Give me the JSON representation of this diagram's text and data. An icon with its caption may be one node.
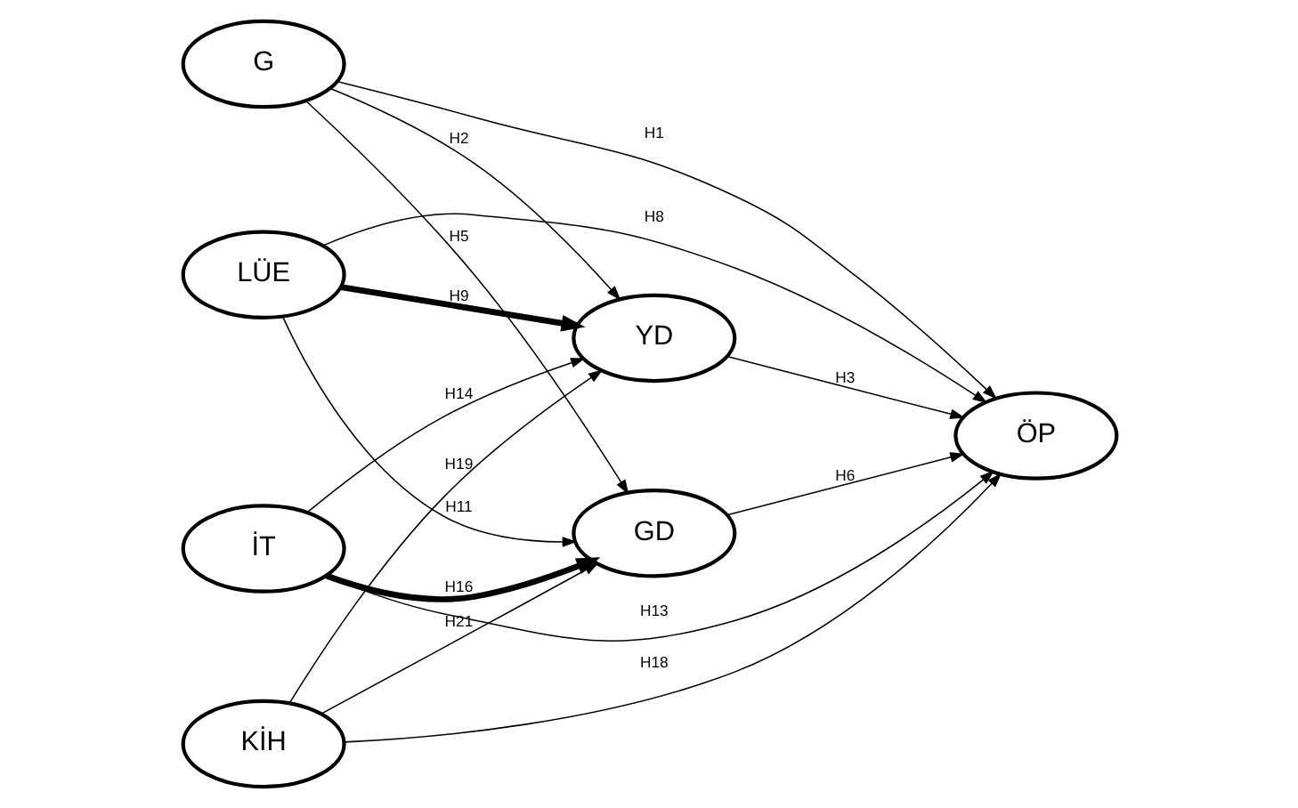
{
  "diagram": {
    "nodes": [
      {
        "text": [
          "G"
        ]
      },
      {
        "text": [
          "LÜE"
        ]
      },
      {
        "text": [
          "İT"
        ]
      },
      {
        "text": [
          "KİH"
        ]
      },
      {
        "text": [
          "YD"
        ]
      },
      {
        "text": [
          "GD"
        ]
      },
      {
        "text": [
          "ÖP"
        ]
      }
    ],
    "edges": [
      {
        "from": 0,
        "to": 6,
        "arrow": "to",
        "label": "H1"
      },
      {
        "from": 0,
        "to": 4,
        "arrow": "to",
        "label": "H2"
      },
      {
        "from": 0,
        "to": 5,
        "arrow": "to",
        "label": "H5"
      },
      {
        "from": 1,
        "to": 4,
        "arrow": "to",
        "label": "H9",
        "style": "thick"
      },
      {
        "from": 1,
        "to": 5,
        "arrow": "to",
        "label": "H11"
      },
      {
        "from": 1,
        "to": 6,
        "arrow": "to",
        "label": "H8"
      },
      {
        "from": 2,
        "to": 4,
        "arrow": "to",
        "label": "H14"
      },
      {
        "from": 2,
        "to": 6,
        "arrow": "to",
        "label": "H13"
      },
      {
        "from": 2,
        "to": 5,
        "arrow": "to",
        "label": "H16",
        "style": "thick"
      },
      {
        "from": 3,
        "to": 4,
        "arrow": "to",
        "label": "H19"
      },
      {
        "from": 3,
        "to": 5,
        "arrow": "to",
        "label": "H21"
      },
      {
        "from": 3,
        "to": 6,
        "arrow": "to",
        "label": "H18"
      },
      {
        "from": 4,
        "to": 6,
        "arrow": "to",
        "label": "H3"
      },
      {
        "from": 5,
        "to": 6,
        "arrow": "to",
        "label": "H6"
      }
    ]
  }
}
